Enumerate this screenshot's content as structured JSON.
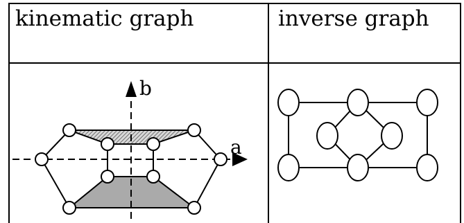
{
  "table": {
    "headers": [
      "kinematic graph",
      "inverse graph"
    ]
  },
  "kinematic": {
    "axis_a_label": "a",
    "axis_b_label": "b"
  },
  "colors": {
    "line": "#000000",
    "node_fill": "#ffffff",
    "top_hatch_shade": "#8c8c8c",
    "bottom_fill": "#aaaaaa"
  }
}
